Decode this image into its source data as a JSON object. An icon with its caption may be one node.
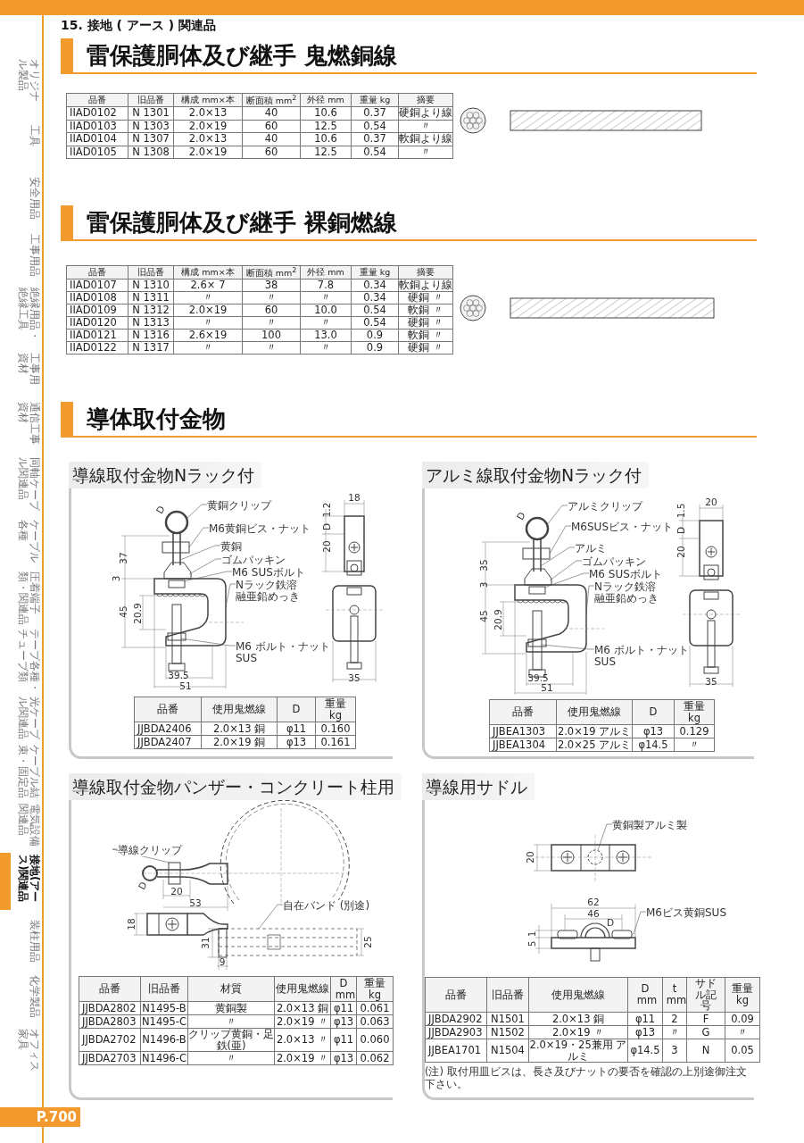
{
  "diagram": {
    "title": "15. 接地 ( アース ) 関連品",
    "nodes": [
      {
        "text": [
          "導線取付金物Nラック付"
        ]
      },
      {
        "text": [
          "黄銅クリップ"
        ],
        "in": 0
      },
      {
        "text": [
          "M6黄銅ビス・ナット"
        ],
        "in": 0
      },
      {
        "text": [
          "黄銅"
        ],
        "in": 0
      },
      {
        "text": [
          "ゴムパッキン"
        ],
        "in": 0
      },
      {
        "text": [
          "M6 SUSボルト"
        ],
        "in": 0
      },
      {
        "text": [
          "Nラック鉄溶融亜鉛めっき"
        ],
        "in": 0
      },
      {
        "text": [
          "M6 ボルト・ナットSUS"
        ],
        "in": 0
      },
      {
        "text": [
          "アルミ線取付金物Nラック付"
        ]
      },
      {
        "text": [
          "アルミクリップ"
        ],
        "in": 8
      },
      {
        "text": [
          "M6SUSビス・ナット"
        ],
        "in": 8
      },
      {
        "text": [
          "アルミ"
        ],
        "in": 8
      },
      {
        "text": [
          "ゴムパッキン"
        ],
        "in": 8
      },
      {
        "text": [
          "M6 SUSボルト"
        ],
        "in": 8
      },
      {
        "text": [
          "Nラック鉄溶融亜鉛めっき"
        ],
        "in": 8
      },
      {
        "text": [
          "M6 ボルト・ナットSUS"
        ],
        "in": 8
      },
      {
        "text": [
          "導線取付金物パンザー・コンクリート柱用"
        ]
      },
      {
        "text": [
          "導線クリップ"
        ],
        "in": 16
      },
      {
        "text": [
          "自在バンド (別途)"
        ],
        "in": 16
      },
      {
        "text": [
          "導線用サドル"
        ]
      },
      {
        "text": [
          "黄銅製アルミ製"
        ],
        "in": 19
      },
      {
        "text": [
          "M6ビス黄銅SUS"
        ],
        "in": 19
      }
    ],
    "edges": [
      {
        "from": 1,
        "to": null,
        "arrow": "none"
      },
      {
        "from": 2,
        "to": null,
        "arrow": "none"
      },
      {
        "from": 3,
        "to": null,
        "arrow": "none"
      },
      {
        "from": 4,
        "to": null,
        "arrow": "none"
      },
      {
        "from": 5,
        "to": null,
        "arrow": "none"
      },
      {
        "from": 6,
        "to": null,
        "arrow": "none"
      },
      {
        "from": 7,
        "to": null,
        "arrow": "none"
      },
      {
        "from": 9,
        "to": null,
        "arrow": "none"
      },
      {
        "from": 10,
        "to": null,
        "arrow": "none"
      },
      {
        "from": 11,
        "to": null,
        "arrow": "none"
      },
      {
        "from": 12,
        "to": null,
        "arrow": "none"
      },
      {
        "from": 13,
        "to": null,
        "arrow": "none"
      },
      {
        "from": 14,
        "to": null,
        "arrow": "none"
      },
      {
        "from": 15,
        "to": null,
        "arrow": "none"
      },
      {
        "from": 17,
        "to": null,
        "arrow": "none"
      },
      {
        "from": 18,
        "to": null,
        "arrow": "none"
      },
      {
        "from": 20,
        "to": null,
        "arrow": "none"
      },
      {
        "from": 21,
        "to": null,
        "arrow": "none"
      }
    ],
    "labels": [
      "オリジナル製品",
      "工具",
      "安全用品",
      "工事用品",
      "絶縁用品・絶縁工具",
      "工事用資材",
      "通信工事資材",
      "同軸ケーブル関連品",
      "ケーブル各種",
      "圧着端子類・関連品",
      "テープ各種・チューブ類",
      "光ケーブル関連品",
      "ケーブル結束・固定品",
      "電気設備関連品",
      "接地(アース)関連品",
      "装柱用品",
      "化学製品",
      "オフィス家具",
      "雷保護胴体及び継手 鬼燃銅線",
      "品番",
      "旧品番",
      "構成 mm×本",
      "断面積 mm$^{2}$",
      "外径 mm",
      "重量 kg",
      "摘要",
      "IIAD0102",
      "N 1301",
      "2.0×13",
      "40",
      "10.6",
      "0.37",
      "硬銅より線",
      "IIAD0103",
      "N 1303",
      "2.0×19",
      "60",
      "12.5",
      "0.54",
      "〃",
      "IIAD0104",
      "N 1307",
      "2.0×13",
      "40",
      "10.6",
      "0.37",
      "軟銅より線",
      "IIAD0105",
      "N 1308",
      "2.0×19",
      "60",
      "12.5",
      "0.54",
      "〃",
      "雷保護胴体及び継手 裸銅燃線",
      "品番",
      "旧品番",
      "構成 mm×本",
      "断面積 mm$^{2}$",
      "外径 mm",
      "重量 kg",
      "摘要",
      "IIAD0107",
      "N 1310",
      "2.6× 7",
      "38",
      "7.8",
      "0.34",
      "軟銅より線",
      "IIAD0108",
      "N 1311",
      "〃",
      "〃",
      "〃",
      "0.34",
      "硬銅 〃",
      "IIAD0109",
      "N 1312",
      "2.0×19",
      "60",
      "10.0",
      "0.54",
      "軟銅 〃",
      "IIAD0120",
      "N 1313",
      "〃",
      "〃",
      "〃",
      "0.54",
      "硬銅 〃",
      "IIAD0121",
      "N 1316",
      "2.6×19",
      "100",
      "13.0",
      "0.9",
      "軟銅 〃",
      "IIAD0122",
      "N 1317",
      "〃",
      "〃",
      "〃",
      "0.9",
      "硬銅 〃",
      "導体取付金物",
      "D",
      "37",
      "3",
      "45",
      "20.9",
      "39.5",
      "51",
      "18",
      "1.2",
      "D",
      "20",
      "35",
      "品番",
      "使用鬼燃線",
      "D",
      "重量 kg",
      "JJBDA2406",
      "2.0×13 銅",
      "φ11",
      "0.160",
      "JJBDA2407",
      "2.0×19 銅",
      "φ13",
      "0.161",
      "D",
      "35",
      "3",
      "45",
      "20.9",
      "39.5",
      "51",
      "20",
      "1.5",
      "D",
      "20",
      "35",
      "品番",
      "使用鬼燃線",
      "D",
      "重量 kg",
      "JJBEA1303",
      "2.0×19 アルミ",
      "φ13",
      "0.129",
      "JJBEA1304",
      "2.0×25 アルミ",
      "φ14.5",
      "〃",
      "D",
      "20",
      "53",
      "18",
      "31",
      "9",
      "25",
      "品番",
      "旧品番",
      "材質",
      "使用鬼燃線",
      "D mm",
      "重量 kg",
      "JJBDA2802",
      "N1495-B",
      "黄銅製",
      "2.0×13 銅",
      "φ11",
      "0.061",
      "JJBDA2803",
      "N1495-C",
      "〃",
      "2.0×19 〃",
      "φ13",
      "0.063",
      "JJBDA2702",
      "N1496-B",
      "クリップ黄銅・足鉄(亜)",
      "2.0×13 〃",
      "φ11",
      "0.060",
      "JJBDA2703",
      "N1496-C",
      "〃",
      "2.0×19 〃",
      "φ13",
      "0.062",
      "20",
      "62",
      "46",
      "D",
      "1",
      "5",
      "品番",
      "旧品番",
      "使用鬼燃線",
      "D mm",
      "t mm",
      "サドル記号",
      "重量 kg",
      "JJBDA2902",
      "N1501",
      "2.0×13 銅",
      "φ11",
      "2",
      "F",
      "0.09",
      "JJBDA2903",
      "N1502",
      "2.0×19 〃",
      "φ13",
      "〃",
      "G",
      "〃",
      "JJBEA1701",
      "N1504",
      "2.0×19・25兼用 アルミ",
      "φ14.5",
      "3",
      "N",
      "0.05",
      "(注) 取付用皿ビスは、長さ及びナットの要否を確認の上別途御注文下さい。",
      "P.700"
    ]
  }
}
